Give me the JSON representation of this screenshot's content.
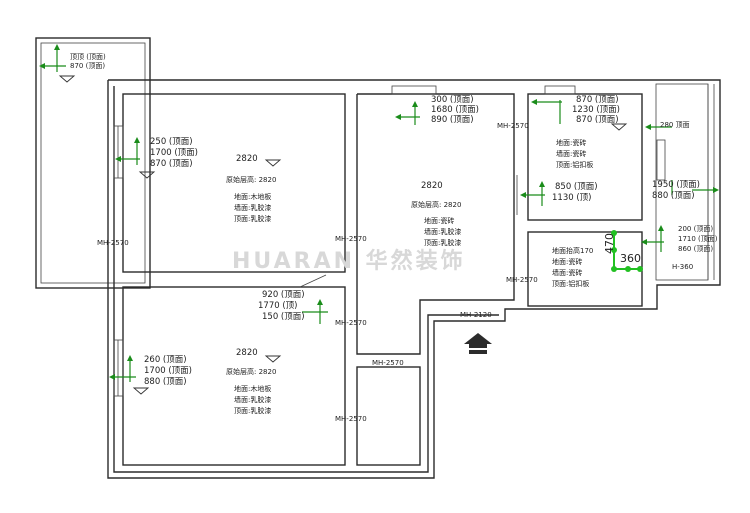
{
  "watermark": "HUARAN 华然装饰",
  "elevations": {
    "balcony": {
      "top": "顶顶 (顶面)",
      "value": "870 (顶面)"
    },
    "bed1": {
      "l1": "250 (顶面)",
      "l2": "1700 (顶面)",
      "l3": "870 (顶面)"
    },
    "living": {
      "l1": "300 (顶面)",
      "l2": "1680 (顶面)",
      "l3": "890 (顶面)"
    },
    "kitchen_top": {
      "l1": "870 (顶面)",
      "l2": "1230 (顶面)",
      "l3": "870 (顶面)"
    },
    "kitchen_mid": {
      "l1": "850 (顶面)",
      "l2": "1130 (顶)"
    },
    "right_strip": {
      "l1": "280 顶面",
      "l2": "1950 (顶面)",
      "l3": "880 (顶面)"
    },
    "right_low": {
      "l1": "200 (顶面)",
      "l2": "1710 (顶面)",
      "l3": "860 (顶面)"
    },
    "bed2": {
      "l1": "920 (顶面)",
      "l2": "1770 (顶)",
      "l3": "150 (顶面)"
    },
    "bed3": {
      "l1": "260 (顶面)",
      "l2": "1700 (顶面)",
      "l3": "880 (顶面)"
    }
  },
  "rooms": {
    "bed1": {
      "height": "2820",
      "clear": "原始层高: 2820",
      "floor": "地面:木地板",
      "wall": "墙面:乳胶漆",
      "ceiling": "顶面:乳胶漆"
    },
    "living": {
      "height": "2820",
      "clear": "原始层高: 2820",
      "floor": "地面:瓷砖",
      "wall": "墙面:乳胶漆",
      "ceiling": "顶面:乳胶漆"
    },
    "kitchen": {
      "floor": "地面:瓷砖",
      "wall": "墙面:瓷砖",
      "ceiling": "顶面:铝扣板"
    },
    "bath": {
      "clear": "地面抬高170",
      "floor": "地面:瓷砖",
      "wall": "墙面:瓷砖",
      "ceiling": "顶面:铝扣板"
    },
    "bed2": {
      "height": "2820",
      "clear": "原始层高: 2820",
      "floor": "地面:木地板",
      "wall": "墙面:乳胶漆",
      "ceiling": "顶面:乳胶漆"
    }
  },
  "doors": {
    "d1": "MH-2570",
    "d2": "MH-2570",
    "d3": "MH-2570",
    "d4": "MH-2570",
    "d5": "MH-2570",
    "d6": "MH-2570",
    "d7": "MH-2570",
    "d8": "MH-2120",
    "d9": "H-360"
  },
  "measure": {
    "w": "470",
    "h": "360"
  },
  "colors": {
    "wall": "#2b2b2b",
    "arrow": "#1a8c1a",
    "watermark": "#d8d8d8"
  }
}
